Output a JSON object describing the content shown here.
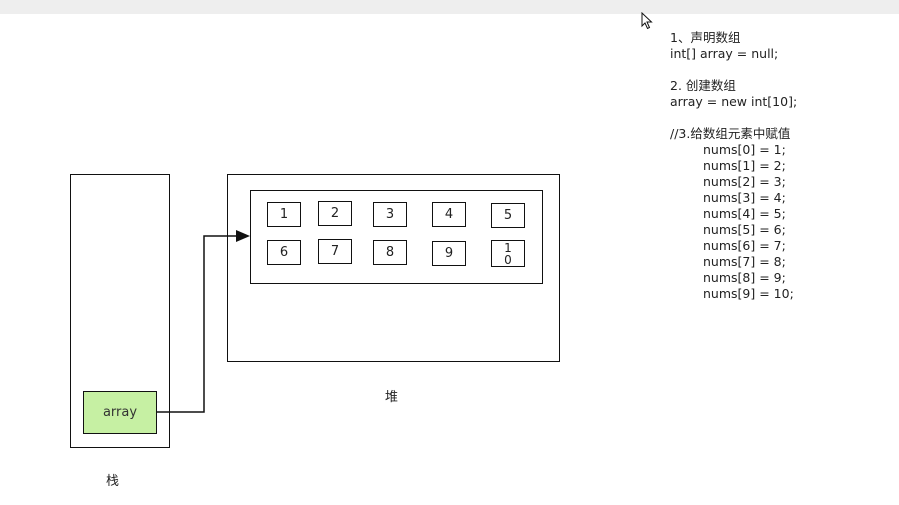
{
  "diagram": {
    "stack_label": "栈",
    "heap_label": "堆",
    "variable_label": "array",
    "cells_row1": [
      "1",
      "2",
      "3",
      "4",
      "5"
    ],
    "cells_row2": [
      "6",
      "7",
      "8",
      "9",
      "10"
    ]
  },
  "notes": {
    "step1_title": "1、声明数组",
    "step1_code": "int[] array = null;",
    "step2_title": "2. 创建数组",
    "step2_code": "array = new int[10];",
    "step3_title": "//3.给数组元素中赋值",
    "assignments": [
      "nums[0] = 1;",
      "nums[1] = 2;",
      "nums[2] = 3;",
      "nums[3] = 4;",
      "nums[4] = 5;",
      "nums[5] = 6;",
      "nums[6] = 7;",
      "nums[7] = 8;",
      "nums[8] = 9;",
      "nums[9] = 10;"
    ]
  },
  "colors": {
    "variable_fill": "#c6f0a3",
    "stroke": "#111111",
    "top_strip": "#eeeeee"
  },
  "icons": {
    "cursor": "mouse-pointer-icon",
    "arrow": "arrow-connector-icon"
  }
}
